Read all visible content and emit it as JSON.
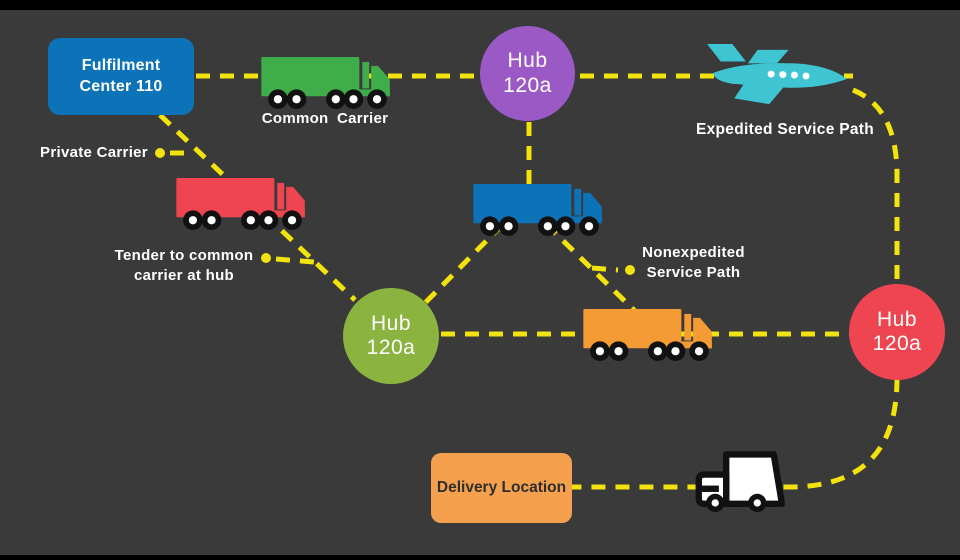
{
  "palette": {
    "background": "#3a3a3a",
    "frame_bar": "#000000",
    "path_yellow": "#f2e30c",
    "blue": "#0d73b8",
    "green_truck": "#3fae4a",
    "green_hub": "#8ab33f",
    "purple": "#9b59c6",
    "red": "#ee4550",
    "orange_truck": "#f49b35",
    "orange_box": "#f5a04c",
    "teal_plane": "#3fc5d2",
    "wheel_black": "#111111",
    "text_white": "#ffffff",
    "text_dark": "#2e2e2e"
  },
  "nodes": {
    "fulfilment_center": {
      "line1": "Fulfilment",
      "line2": "Center 110"
    },
    "hub_top": {
      "line1": "Hub",
      "line2": "120a"
    },
    "hub_left": {
      "line1": "Hub",
      "line2": "120a"
    },
    "hub_right": {
      "line1": "Hub",
      "line2": "120a"
    },
    "delivery_location": {
      "label": "Delivery Location"
    }
  },
  "annotations": {
    "common_carrier": "Common Carrier",
    "private_carrier": "Private Carrier",
    "tender_line1": "Tender to common",
    "tender_line2": "carrier at hub",
    "nonexpedited_line1": "Nonexpedited",
    "nonexpedited_line2": "Service Path",
    "expedited": "Expedited Service Path"
  },
  "icons": {
    "common_carrier_truck": "green-semi-truck-icon",
    "private_carrier_truck": "red-semi-truck-icon",
    "hub_transfer_truck": "blue-semi-truck-icon",
    "nonexpedited_truck": "orange-semi-truck-icon",
    "expedited_plane": "airplane-icon",
    "delivery_truck": "delivery-truck-icon"
  }
}
